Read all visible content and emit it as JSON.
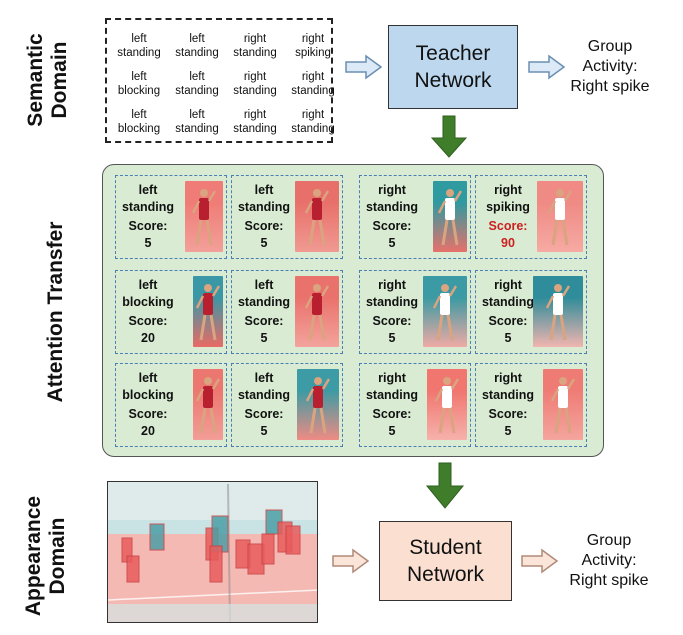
{
  "labels": {
    "semantic_domain": "Semantic Domain",
    "attention_transfer": "Attention Transfer",
    "appearance_domain": "Appearance Domain"
  },
  "semantic_grid": [
    [
      "left standing",
      "left standing",
      "right standing",
      "right spiking"
    ],
    [
      "left blocking",
      "left standing",
      "right standing",
      "right standing"
    ],
    [
      "left blocking",
      "left standing",
      "right standing",
      "right standing"
    ]
  ],
  "teacher": {
    "line1": "Teacher",
    "line2": "Network"
  },
  "teacher_output": {
    "line1": "Group",
    "line2": "Activity:",
    "line3": "Right spike"
  },
  "student": {
    "line1": "Student",
    "line2": "Network"
  },
  "student_output": {
    "line1": "Group",
    "line2": "Activity:",
    "line3": "Right spike"
  },
  "score_label": "Score:",
  "attention_tiles": [
    [
      {
        "line1": "left",
        "line2": "standing",
        "score": "5",
        "highlight": false
      },
      {
        "line1": "left",
        "line2": "standing",
        "score": "5",
        "highlight": false
      },
      {
        "line1": "right",
        "line2": "standing",
        "score": "5",
        "highlight": false
      },
      {
        "line1": "right",
        "line2": "spiking",
        "score": "90",
        "highlight": true
      }
    ],
    [
      {
        "line1": "left",
        "line2": "blocking",
        "score": "20",
        "highlight": false
      },
      {
        "line1": "left",
        "line2": "standing",
        "score": "5",
        "highlight": false
      },
      {
        "line1": "right",
        "line2": "standing",
        "score": "5",
        "highlight": false
      },
      {
        "line1": "right",
        "line2": "standing",
        "score": "5",
        "highlight": false
      }
    ],
    [
      {
        "line1": "left",
        "line2": "blocking",
        "score": "20",
        "highlight": false
      },
      {
        "line1": "left",
        "line2": "standing",
        "score": "5",
        "highlight": false
      },
      {
        "line1": "right",
        "line2": "standing",
        "score": "5",
        "highlight": false
      },
      {
        "line1": "right",
        "line2": "standing",
        "score": "5",
        "highlight": false
      }
    ]
  ],
  "colors": {
    "teacher_box": "#bcd7ee",
    "student_box": "#fbe0d2",
    "attention_panel": "#d9ecd3",
    "green_arrow": "#3f7d2b",
    "highlight_score": "#cc1f1f",
    "tile_border": "#4a7fb3"
  }
}
